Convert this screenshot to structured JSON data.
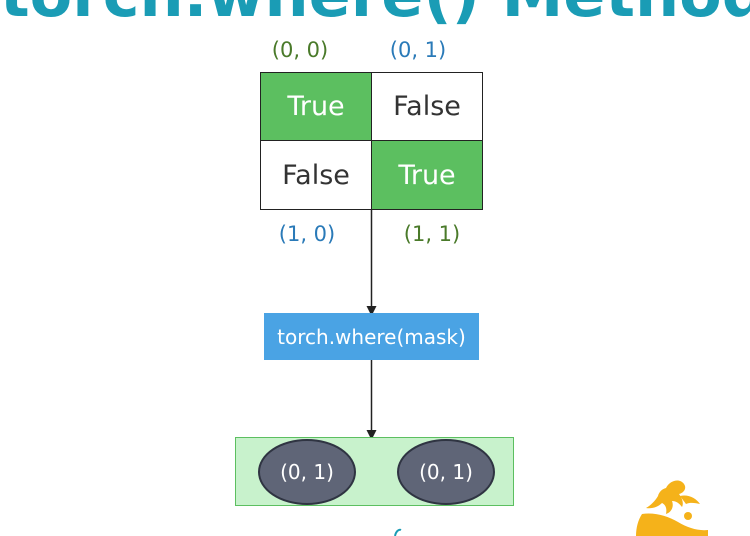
{
  "title": "torch.where() Method",
  "mask_grid": {
    "coords_top": [
      "(0, 0)",
      "(0, 1)"
    ],
    "coords_bottom": [
      "(1, 0)",
      "(1, 1)"
    ],
    "cells": [
      [
        "True",
        "False"
      ],
      [
        "False",
        "True"
      ]
    ]
  },
  "operation": {
    "label": "torch.where(mask)"
  },
  "result": {
    "items": [
      "(0, 1)",
      "(0, 1)"
    ]
  },
  "colors": {
    "title": "#1a9cb5",
    "coord_green": "#4a7a2a",
    "coord_blue": "#2a7ab8",
    "true_fill": "#5cbf60",
    "false_fill": "#ffffff",
    "grid_border": "#222222",
    "op_fill": "#4aa3e4",
    "result_fill": "#c8f2cc",
    "result_border": "#5cbf60",
    "ellipse_fill": "#5f6577",
    "ellipse_border": "#2f3442",
    "arrow": "#222222",
    "logo": "#f5b21a"
  },
  "icons": {
    "logo": "figure-logo-icon"
  }
}
